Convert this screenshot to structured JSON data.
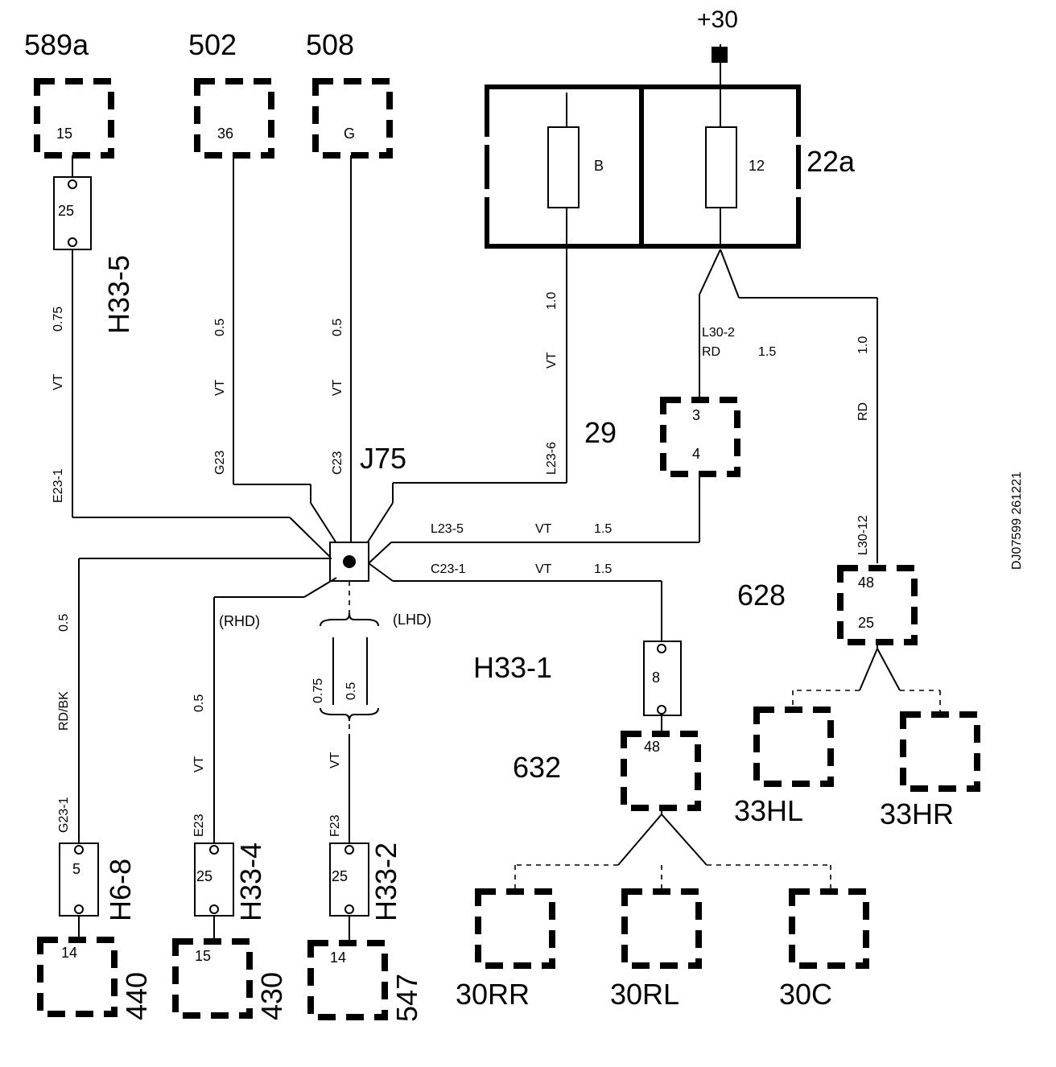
{
  "supply": "+30",
  "components": {
    "c589a": "589a",
    "c502": "502",
    "c508": "508",
    "c22a": "22a",
    "c29": "29",
    "j75": "J75",
    "c628": "628",
    "c632": "632",
    "h33_1": "H33-1",
    "h33_5": "H33-5",
    "h6_8": "H6-8",
    "h33_4": "H33-4",
    "h33_2": "H33-2",
    "c440": "440",
    "c430": "430",
    "c547": "547",
    "c30rr": "30RR",
    "c30rl": "30RL",
    "c30c": "30C",
    "c33hl": "33HL",
    "c33hr": "33HR"
  },
  "pins": {
    "p589a": "15",
    "p502": "36",
    "p508": "G",
    "fuse_b": "B",
    "fuse_12": "12",
    "c29_top": "3",
    "c29_bot": "4",
    "c628_top": "48",
    "c628_bot": "25",
    "c632": "48",
    "h33_5": "25",
    "h33_1": "8",
    "h6_8": "5",
    "h33_4": "25",
    "h33_2": "25",
    "c440": "14",
    "c430": "15",
    "c547": "14"
  },
  "wires": {
    "w1_size": "0.75",
    "w1_color": "VT",
    "w1_id": "E23-1",
    "w2_size": "0.5",
    "w2_color": "VT",
    "w2_id": "G23",
    "w3_size": "0.5",
    "w3_color": "VT",
    "w3_id": "C23",
    "w4_size": "1.0",
    "w4_color": "VT",
    "w4_id": "L23-6",
    "w5_id": "L30-2",
    "w5_color": "RD",
    "w5_size": "1.5",
    "w6_size": "1.0",
    "w6_color": "RD",
    "w6_id": "L30-12",
    "w7_id": "L23-5",
    "w7_color": "VT",
    "w7_size": "1.5",
    "w8_id": "C23-1",
    "w8_color": "VT",
    "w8_size": "1.5",
    "w9_size": "0.5",
    "w9_color": "RD/BK",
    "w9_id": "G23-1",
    "w10_size": "0.5",
    "w10_color": "VT",
    "w10_id": "E23",
    "w11_size_a": "0.75",
    "w11_size_b": "0.5",
    "w11_color": "VT",
    "w11_id": "F23",
    "rhd": "(RHD)",
    "lhd": "(LHD)"
  },
  "ref_code": "DJ07599 261221"
}
